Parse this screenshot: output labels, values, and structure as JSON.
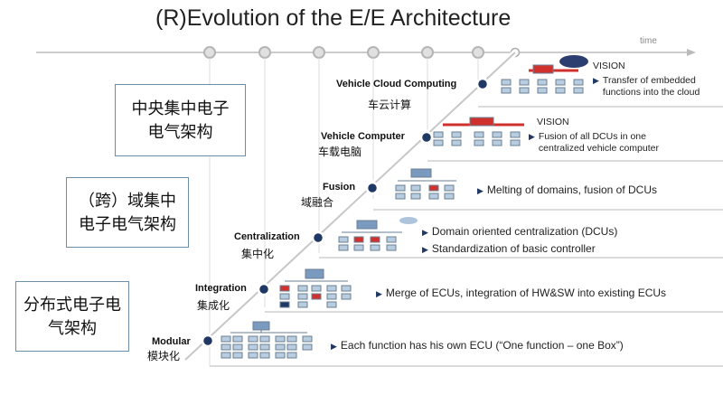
{
  "title": "(R)Evolution of the E/E Architecture",
  "time_label": "time",
  "categories": [
    {
      "id": "central",
      "label": "中央集中电子\n电气架构"
    },
    {
      "id": "domain",
      "label": "（跨）域集中\n电子电气架构"
    },
    {
      "id": "distributed",
      "label": "分布式电子电\n气架构"
    }
  ],
  "stages": [
    {
      "id": "modular",
      "name": "Modular",
      "cn": "模块化",
      "bullets": [
        "Each function has his own ECU (“One function – one Box”)"
      ]
    },
    {
      "id": "integration",
      "name": "Integration",
      "cn": "集成化",
      "bullets": [
        "Merge of ECUs, integration of HW&SW into existing ECUs"
      ]
    },
    {
      "id": "centralization",
      "name": "Centralization",
      "cn": "集中化",
      "bullets": [
        "Domain oriented centralization (DCUs)",
        "Standardization of basic controller"
      ]
    },
    {
      "id": "fusion",
      "name": "Fusion",
      "cn": "域融合",
      "bullets": [
        "Melting of domains, fusion of DCUs"
      ]
    },
    {
      "id": "vehicle-computer",
      "name": "Vehicle Computer",
      "cn": "车载电脑",
      "vision": "VISION",
      "bullets": [
        "Fusion of all DCUs in one\ncentralized vehicle computer"
      ]
    },
    {
      "id": "vehicle-cloud",
      "name": "Vehicle Cloud Computing",
      "cn": "车云计算",
      "vision": "VISION",
      "bullets": [
        "Transfer of embedded\nfunctions into the cloud"
      ]
    }
  ],
  "colors": {
    "accent": "#1f3864",
    "box_border": "#6c8fa8",
    "ecu": "#b8cde0",
    "red": "#d0312d"
  }
}
